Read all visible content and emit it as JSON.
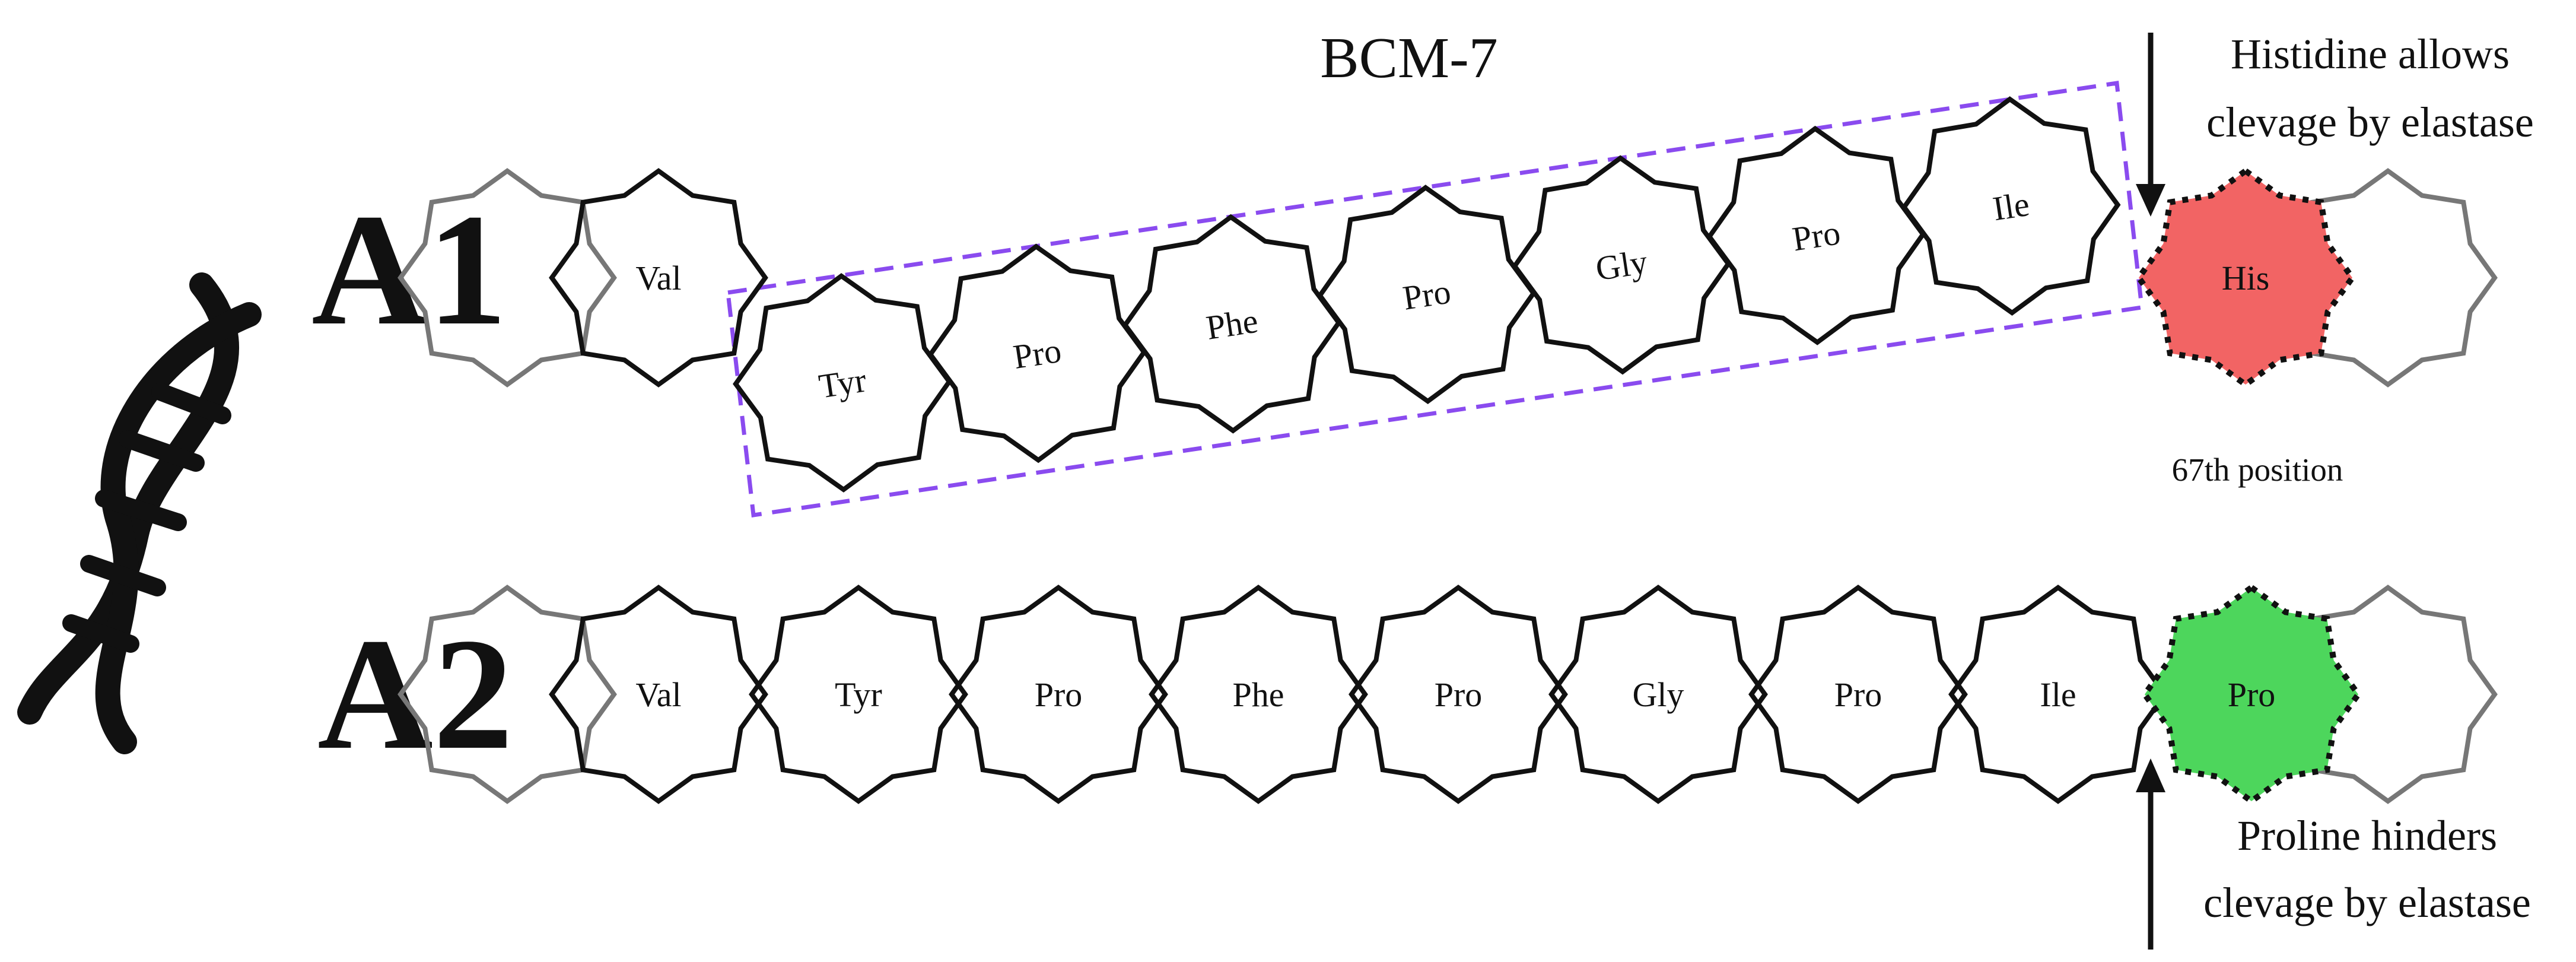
{
  "title": "BCM-7",
  "colors": {
    "outline": "#111111",
    "faded_outline": "#777777",
    "his_fill": "#f26464",
    "pro_fill": "#4dd65c",
    "box": "#8a4bef",
    "text": "#111111"
  },
  "icon": "dna-icon",
  "variants": {
    "a1": {
      "label": "A1",
      "residues": [
        "Val",
        "Tyr",
        "Pro",
        "Phe",
        "Pro",
        "Gly",
        "Pro",
        "Ile"
      ],
      "highlight": "His",
      "note_lines": [
        "Histidine allows",
        "clevage by elastase"
      ],
      "position_label": "67th position"
    },
    "a2": {
      "label": "A2",
      "residues": [
        "Val",
        "Tyr",
        "Pro",
        "Phe",
        "Pro",
        "Gly",
        "Pro",
        "Ile"
      ],
      "highlight": "Pro",
      "note_lines": [
        "Proline hinders",
        "clevage by elastase"
      ]
    }
  }
}
